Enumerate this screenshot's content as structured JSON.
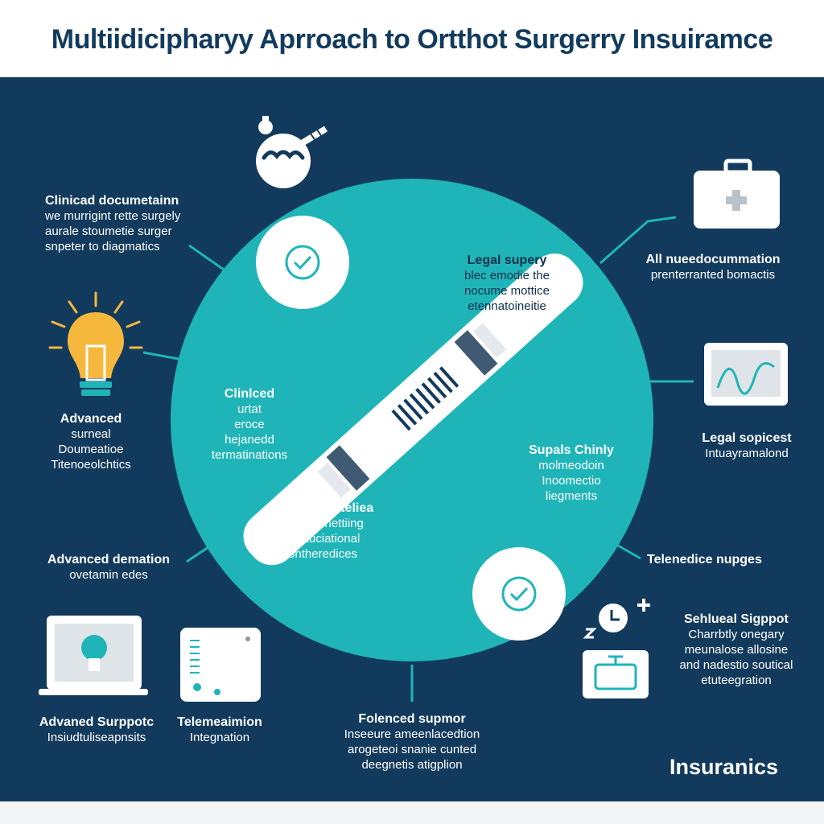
{
  "header": {
    "title": "Multiidicipharyy Aprroach to Ortthot Surgerry Insuiramce"
  },
  "brand": "Insuranics",
  "labels": {
    "top_left": {
      "heading": "Clinicad documetainn",
      "lines": [
        "we murrigint rette surgely",
        "aurale stoumetie surger",
        "snpeter to diagmatics"
      ]
    },
    "left_bulb": {
      "heading": "Advanced",
      "lines": [
        "surneal",
        "Doumeatioe",
        "Titenoeolchtics"
      ]
    },
    "left_low": {
      "heading": "Advanced demation",
      "lines": [
        "ovetamin edes"
      ]
    },
    "bottom_laptop": {
      "heading": "Advaned Surppotc",
      "lines": [
        "Insiudtuliseapnsits"
      ]
    },
    "bottom_tablet": {
      "heading": "Telemeaimion",
      "lines": [
        "Integnation"
      ]
    },
    "bottom_center": {
      "heading": "Folenced supmor",
      "lines": [
        "Inseeure ameenlacedtion",
        "arogeteoi snanie cunted",
        "deegnetis atigplion"
      ]
    },
    "right_case": {
      "heading": "All nueedocummation",
      "lines": [
        "prenterranted bomactis"
      ]
    },
    "right_chart": {
      "heading": "Legal sopicest",
      "lines": [
        "Intuayramalond"
      ]
    },
    "right_tele": {
      "heading": "Telenedice nupges",
      "lines": []
    },
    "right_low": {
      "heading": "Sehlueal Sigppot",
      "lines": [
        "Charrbtly onegary",
        "meunalose allosine",
        "and nadestio soutical",
        "etuteegration"
      ]
    },
    "inner_legal": {
      "heading": "Legal supery",
      "lines": [
        "blec emodie the",
        "nocume mottice",
        "etennatoineitie"
      ]
    },
    "inner_left": {
      "heading": "Clinlced",
      "lines": [
        "urtat",
        "eroce",
        "hejanedd",
        "termatinations"
      ]
    },
    "inner_right": {
      "heading": "Supals Chinly",
      "lines": [
        "molmeodoin",
        "Inoomectio",
        "liegments"
      ]
    },
    "inner_bottom": {
      "heading": "Acsenmoa teliea",
      "lines": [
        "rleconmnettiing",
        "peotuciational",
        "ontheredices"
      ]
    }
  },
  "icons": {
    "top": "brain-gear-icon",
    "bulb": "lightbulb-icon",
    "case": "medical-case-icon",
    "chart": "chart-monitor-icon",
    "clock": "clock-plus-icon",
    "device": "device-icon",
    "laptop": "laptop-icon",
    "tablet": "tablet-icon",
    "bone": "bone-implant-icon",
    "check_top": "check-circle-icon",
    "check_bottom": "check-circle-icon"
  },
  "colors": {
    "navy": "#123a5c",
    "teal": "#1fb5b8",
    "white": "#ffffff",
    "bulb": "#f6b83c"
  }
}
